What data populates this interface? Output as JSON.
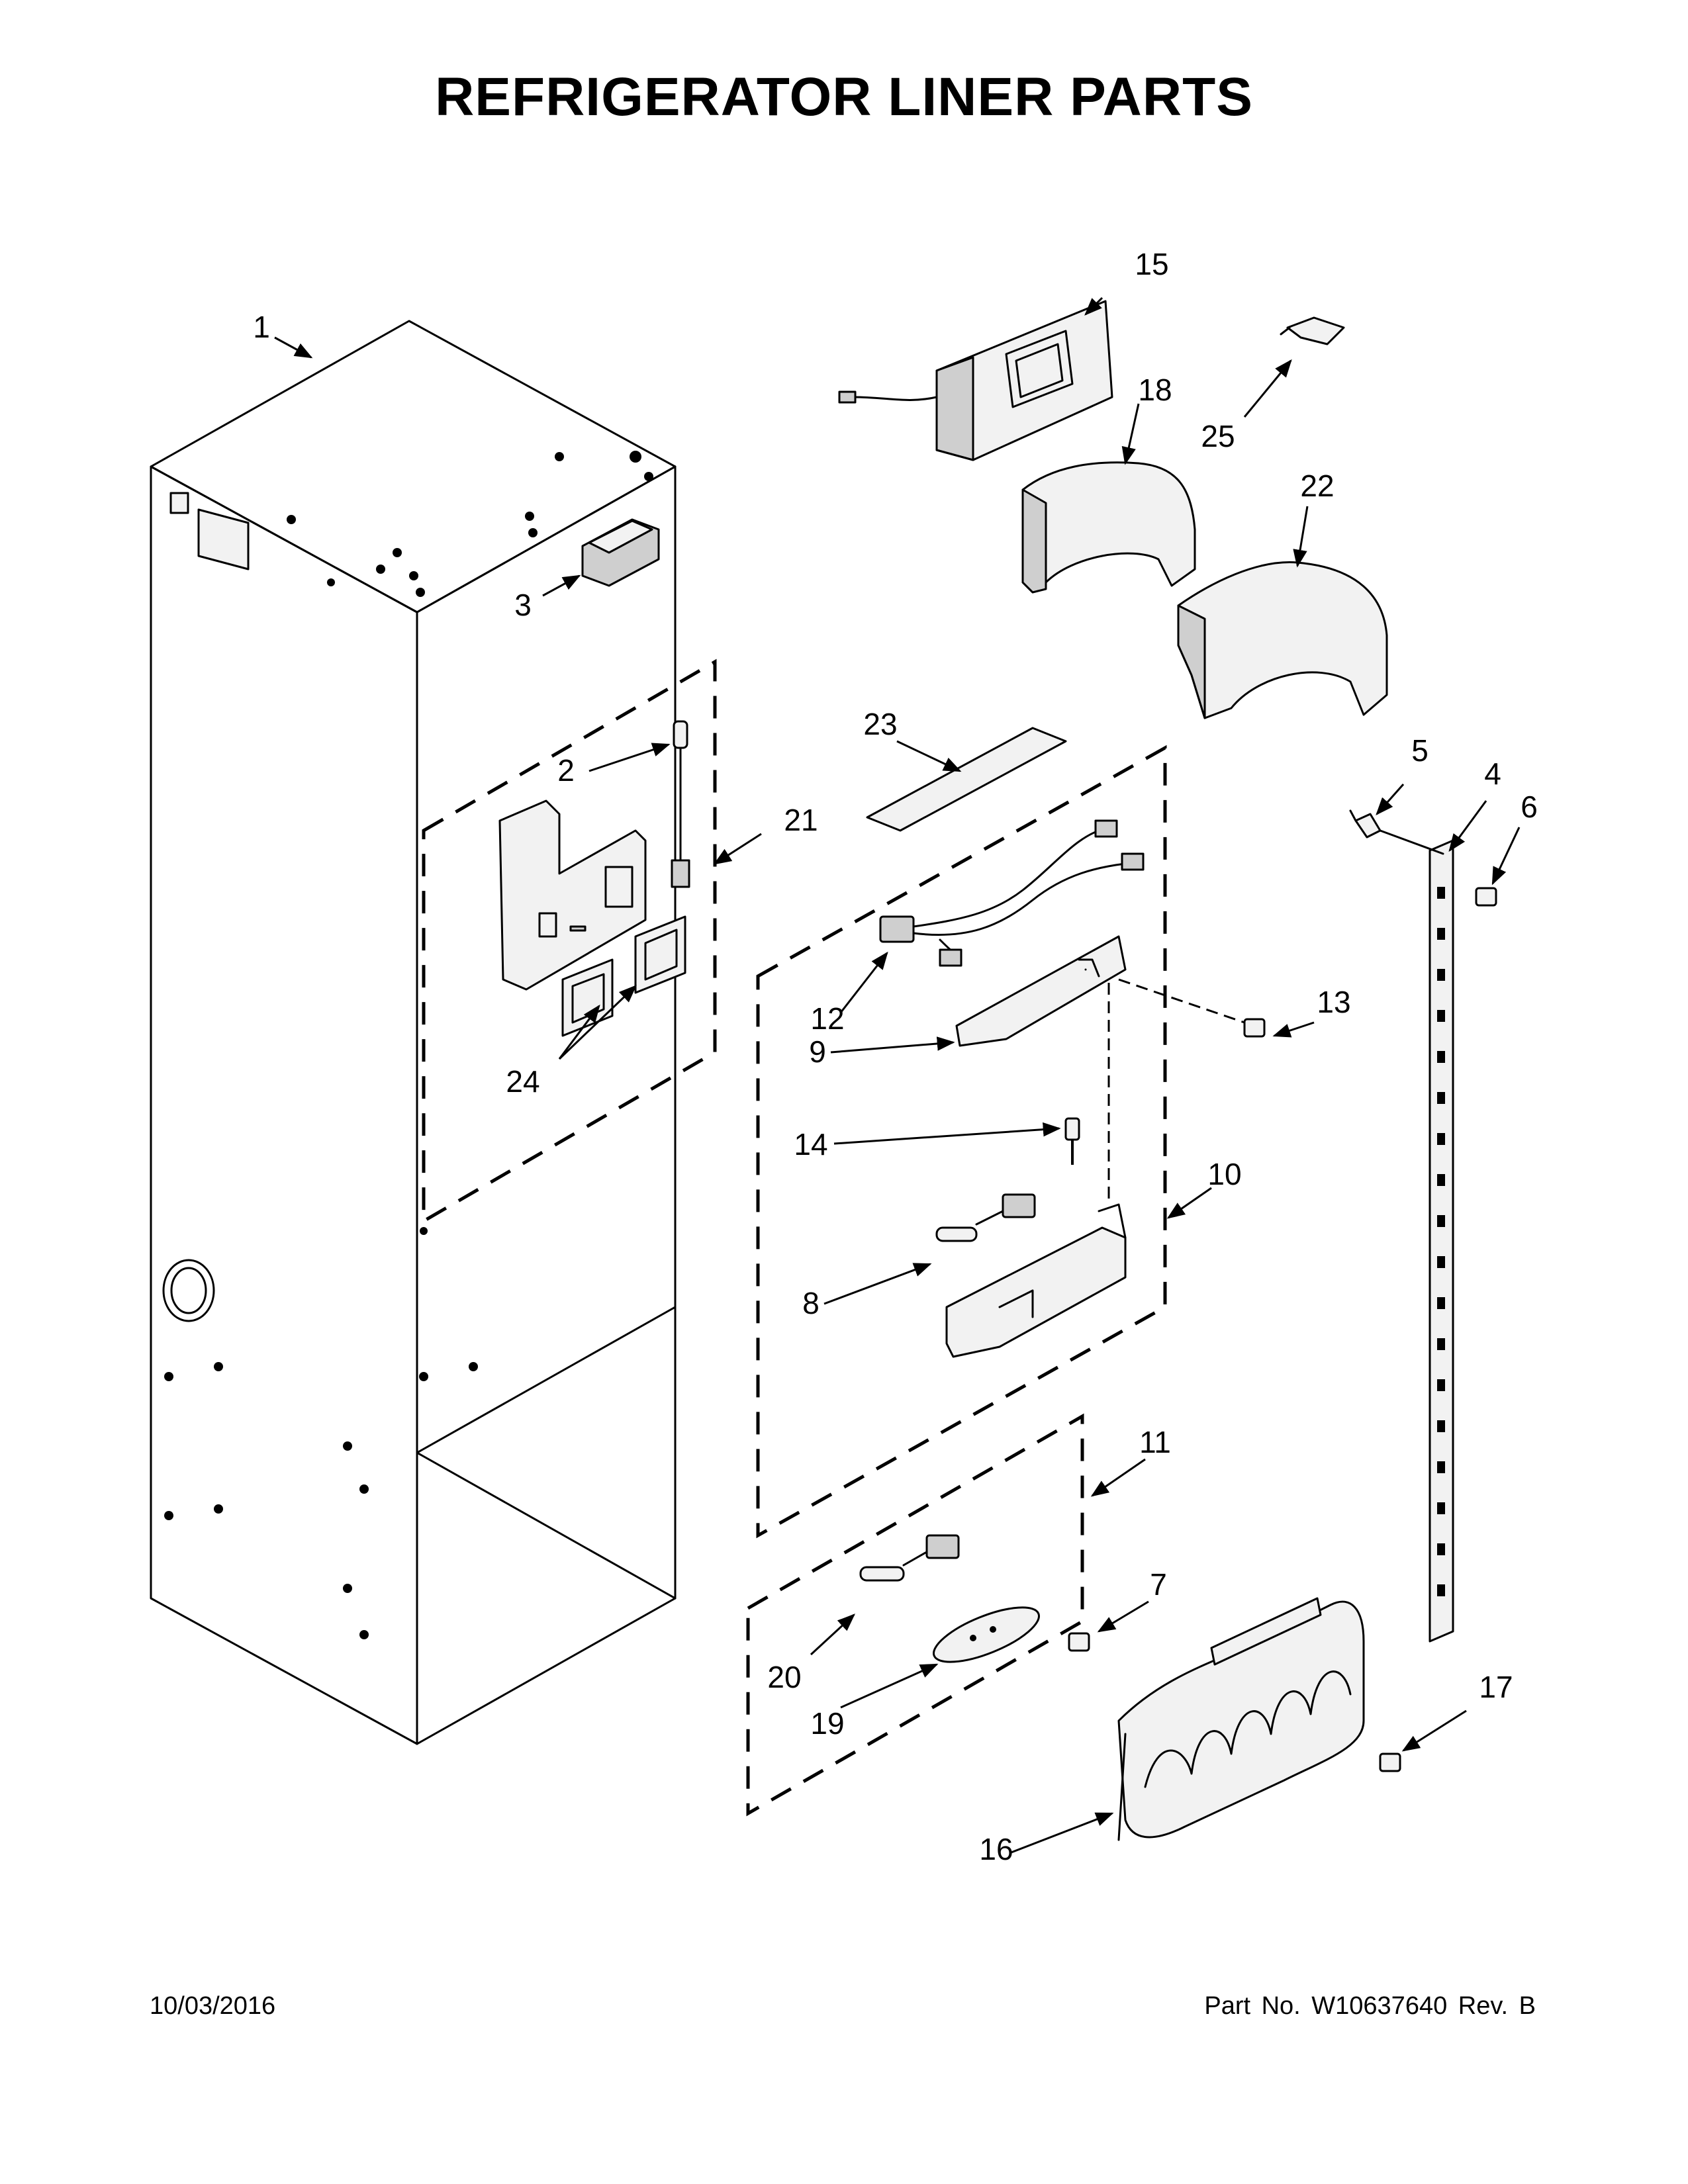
{
  "title": "REFRIGERATOR LINER PARTS",
  "footer": {
    "date": "10/03/2016",
    "part_number": "Part No.  W10637640  Rev.  B"
  },
  "callouts": [
    "1",
    "2",
    "3",
    "4",
    "5",
    "6",
    "7",
    "8",
    "9",
    "10",
    "11",
    "12",
    "13",
    "14",
    "15",
    "16",
    "17",
    "18",
    "19",
    "20",
    "21",
    "22",
    "23",
    "24",
    "25"
  ]
}
